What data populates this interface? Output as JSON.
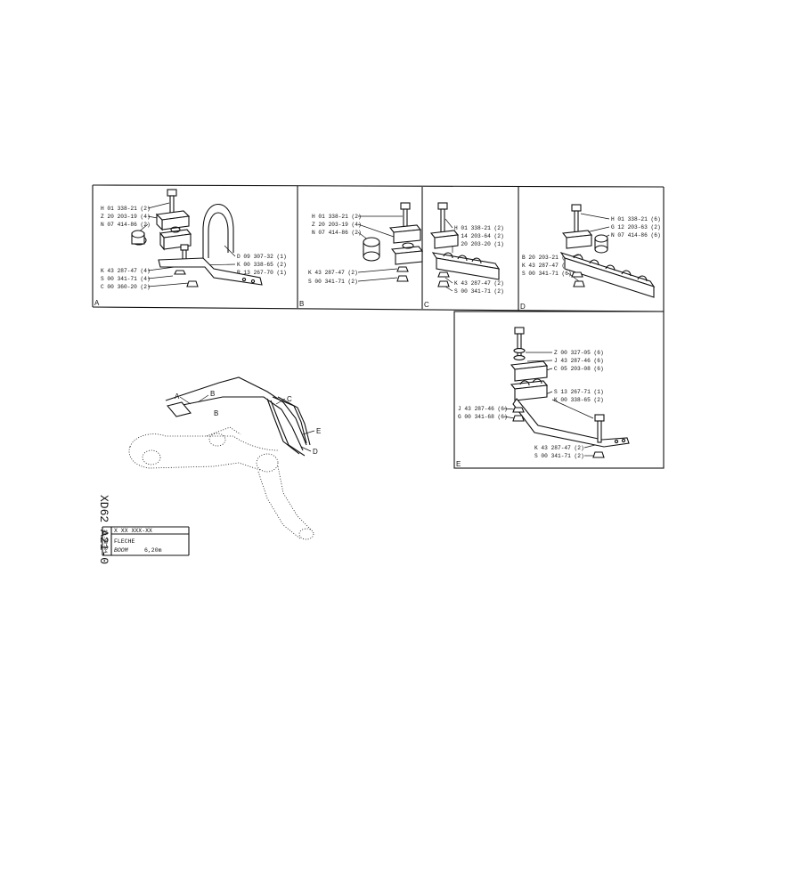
{
  "panels": {
    "A": {
      "letter": "A",
      "labels": [
        "H 01 338-21 (2)",
        "Z 20 203-19 (4)",
        "N 07 414-86 (2)",
        "D 09 307-32 (1)",
        "K 00 338-65 (2)",
        "R 13 267-70 (1)",
        "K 43 287-47 (4)",
        "S 00 341-71 (4)",
        "C 00 360-20 (2)"
      ]
    },
    "B": {
      "letter": "B",
      "labels": [
        "H 01 338-21 (2)",
        "Z 20 203-19 (4)",
        "N 07 414-86 (2)",
        "K 43 287-47 (2)",
        "S 00 341-71 (2)"
      ]
    },
    "C": {
      "letter": "C",
      "labels": [
        "H 01 338-21 (2)",
        "C 14 203-64 (2)",
        "A 20 203-20 (1)",
        "K 43 287-47 (2)",
        "S 00 341-71 (2)"
      ]
    },
    "D": {
      "letter": "D",
      "labels": [
        "H 01 338-21 (6)",
        "G 12 203-63 (2)",
        "N 07 414-86 (6)",
        "B 20 203-21 (1)",
        "K 43 287-47 (6)",
        "S 00 341-71 (6)"
      ]
    },
    "E": {
      "letter": "E",
      "labels": [
        "Z 00 327-05 (6)",
        "J 43 287-46 (6)",
        "C 05 203-08 (6)",
        "S 13 267-71 (1)",
        "K 00 338-65 (2)",
        "J 43 287-46 (6)",
        "G 00 341-68 (6)",
        "K 43 287-47 (2)",
        "S 00 341-71 (2)"
      ]
    }
  },
  "overview": {
    "callouts": [
      "A",
      "B",
      "B",
      "C",
      "E",
      "D"
    ]
  },
  "title_block": {
    "doc_code": "XD62 A21-0",
    "date": "16.02.84",
    "part_number": "X XX XXX-XX",
    "name_fr": "FLECHE",
    "name_en": "BOOM",
    "size": "6,20m"
  }
}
